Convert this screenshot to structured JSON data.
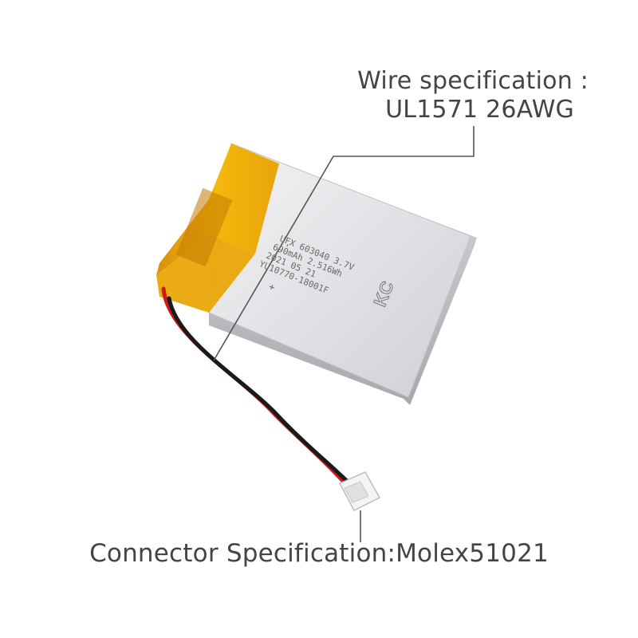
{
  "callouts": {
    "wire_title": "Wire specification :",
    "wire_value": "UL1571 26AWG",
    "connector": "Connector Specification:Molex51021"
  },
  "battery_print": {
    "minus": "-",
    "plus": "+",
    "line1": "UFX 603040 3.7V",
    "line2": "690mAh 2.516Wh",
    "line3": "2021 05 21",
    "line4": "YU10770-18001F",
    "mark": "KC"
  },
  "colors": {
    "text": "#444444",
    "callout_line": "#555555",
    "cell_body": "#e6e6e8",
    "tape": "#f0a800",
    "wire_red": "#d01818",
    "wire_black": "#1a1a1a",
    "connector": "#f4f4f4"
  }
}
